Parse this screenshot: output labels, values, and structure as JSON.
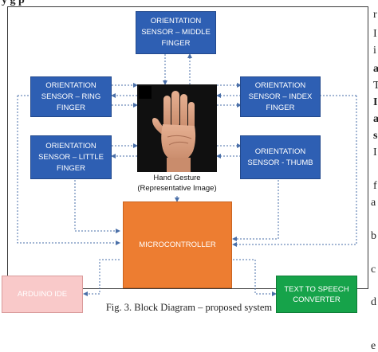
{
  "header_fragment": "y  g  p",
  "right_margin_fragments": [
    "r",
    "I",
    "i",
    "a",
    "T",
    "I",
    "a",
    "s",
    "I",
    "f",
    "a",
    "b",
    "c",
    "d",
    "e"
  ],
  "blocks": {
    "middle": [
      "ORIENTATION",
      "SENSOR – MIDDLE",
      "FINGER"
    ],
    "ring": [
      "ORIENTATION",
      "SENSOR – RING",
      "FINGER"
    ],
    "index": [
      "ORIENTATION",
      "SENSOR – INDEX",
      "FINGER"
    ],
    "little": [
      "ORIENTATION",
      "SENSOR – LITTLE",
      "FINGER"
    ],
    "thumb": [
      "ORIENTATION",
      "SENSOR - THUMB"
    ],
    "microcontroller": "MICROCONTROLLER",
    "arduino": "ARDUINO IDE",
    "tts": [
      "TEXT TO SPEECH",
      "CONVERTER"
    ]
  },
  "hand_image": {
    "caption_line1": "Hand Gesture",
    "caption_line2": "(Representative Image)"
  },
  "figure_caption": "Fig. 3.   Block Diagram – proposed system",
  "colors": {
    "sensor_block": "#2e5fb3",
    "microcontroller": "#ed7d31",
    "arduino_ide": "#f9c9c9",
    "tts": "#16a34a",
    "connector": "#4a6fa8"
  }
}
